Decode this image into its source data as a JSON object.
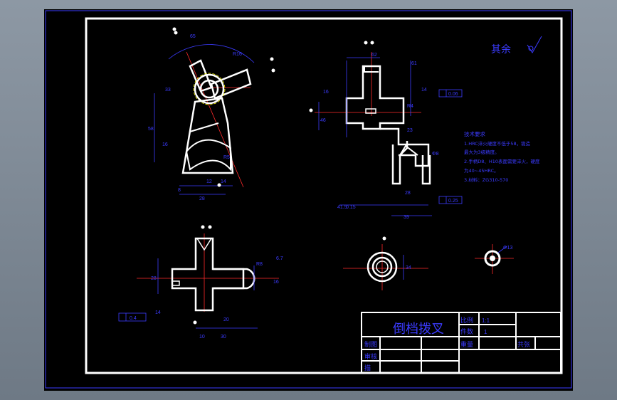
{
  "drawing": {
    "title": "倒档拨叉",
    "roughness_note": "其余",
    "tech_requirements": {
      "heading": "技术要求",
      "lines": [
        "1.HRC淬火硬度不低于58，锻造",
        "最大为3级精度。",
        "2.手柄D8、H10表面需要淬火，硬度",
        "为40~45HRC。",
        "3.材料：ZG310-570"
      ]
    },
    "title_block": {
      "scale_label": "比例",
      "scale_value": "1:1",
      "qty_label": "件数",
      "qty_value": "1",
      "design_label": "制图",
      "check_label": "审核",
      "weight_label": "重量",
      "material_label": "共张",
      "extra_label": "描"
    },
    "dimensions": {
      "view1": [
        "65",
        "58",
        "28",
        "16",
        "R16",
        "12",
        "33",
        "R5",
        "14",
        "8"
      ],
      "view2": [
        "62",
        "16",
        "61",
        "R4",
        "46",
        "23",
        "0.15",
        "14",
        "39",
        "41.5",
        "28",
        "Φ8"
      ],
      "view3": [
        "28",
        "R8",
        "10",
        "20",
        "30",
        "16",
        "6.7",
        "14"
      ],
      "view4": [
        "34"
      ],
      "view5": [
        "Φ13"
      ],
      "tolerance_1": "0.06",
      "tolerance_2": "0.25",
      "tolerance_3": "0.4"
    }
  }
}
